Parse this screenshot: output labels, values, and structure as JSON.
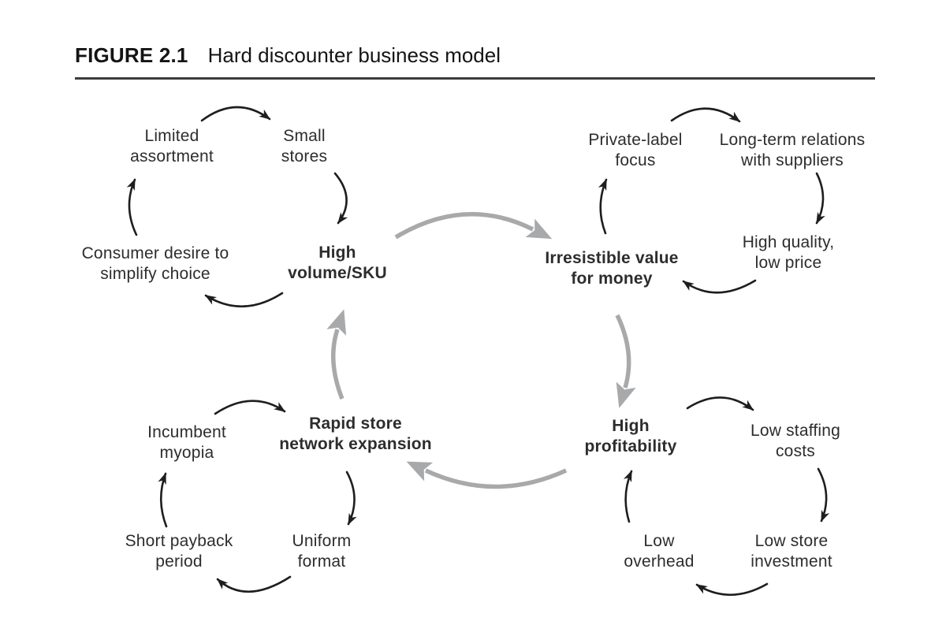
{
  "figure": {
    "label": "FIGURE 2.1",
    "title": "Hard discounter business model"
  },
  "colors": {
    "text": "#2d2d2d",
    "title": "#141414",
    "loop_arrow": "#1e1e1e",
    "cycle_arrow": "#a8a9ab",
    "rule": "#3c3c3c",
    "bg": "#ffffff"
  },
  "nodes": {
    "limited_assortment": "Limited\nassortment",
    "small_stores": "Small\nstores",
    "consumer_desire": "Consumer desire to\nsimplify choice",
    "high_volume_sku": "High\nvolume/SKU",
    "private_label": "Private-label\nfocus",
    "long_term_relations": "Long-term relations\nwith suppliers",
    "high_quality": "High quality,\nlow price",
    "irresistible_value": "Irresistible value\nfor money",
    "incumbent_myopia": "Incumbent\nmyopia",
    "rapid_store": "Rapid store\nnetwork expansion",
    "uniform_format": "Uniform\nformat",
    "short_payback": "Short payback\nperiod",
    "high_profitability": "High\nprofitability",
    "low_staffing": "Low staffing\ncosts",
    "low_store_investment": "Low store\ninvestment",
    "low_overhead": "Low\noverhead"
  },
  "connections": {
    "main_cycle": [
      "high_volume_sku",
      "irresistible_value",
      "high_profitability",
      "rapid_store"
    ],
    "loops": {
      "assortment_loop": [
        "limited_assortment",
        "small_stores",
        "high_volume_sku",
        "consumer_desire"
      ],
      "value_loop": [
        "private_label",
        "long_term_relations",
        "high_quality",
        "irresistible_value"
      ],
      "expansion_loop": [
        "incumbent_myopia",
        "rapid_store",
        "uniform_format",
        "short_payback"
      ],
      "profitability_loop": [
        "high_profitability",
        "low_staffing",
        "low_store_investment",
        "low_overhead"
      ]
    }
  }
}
